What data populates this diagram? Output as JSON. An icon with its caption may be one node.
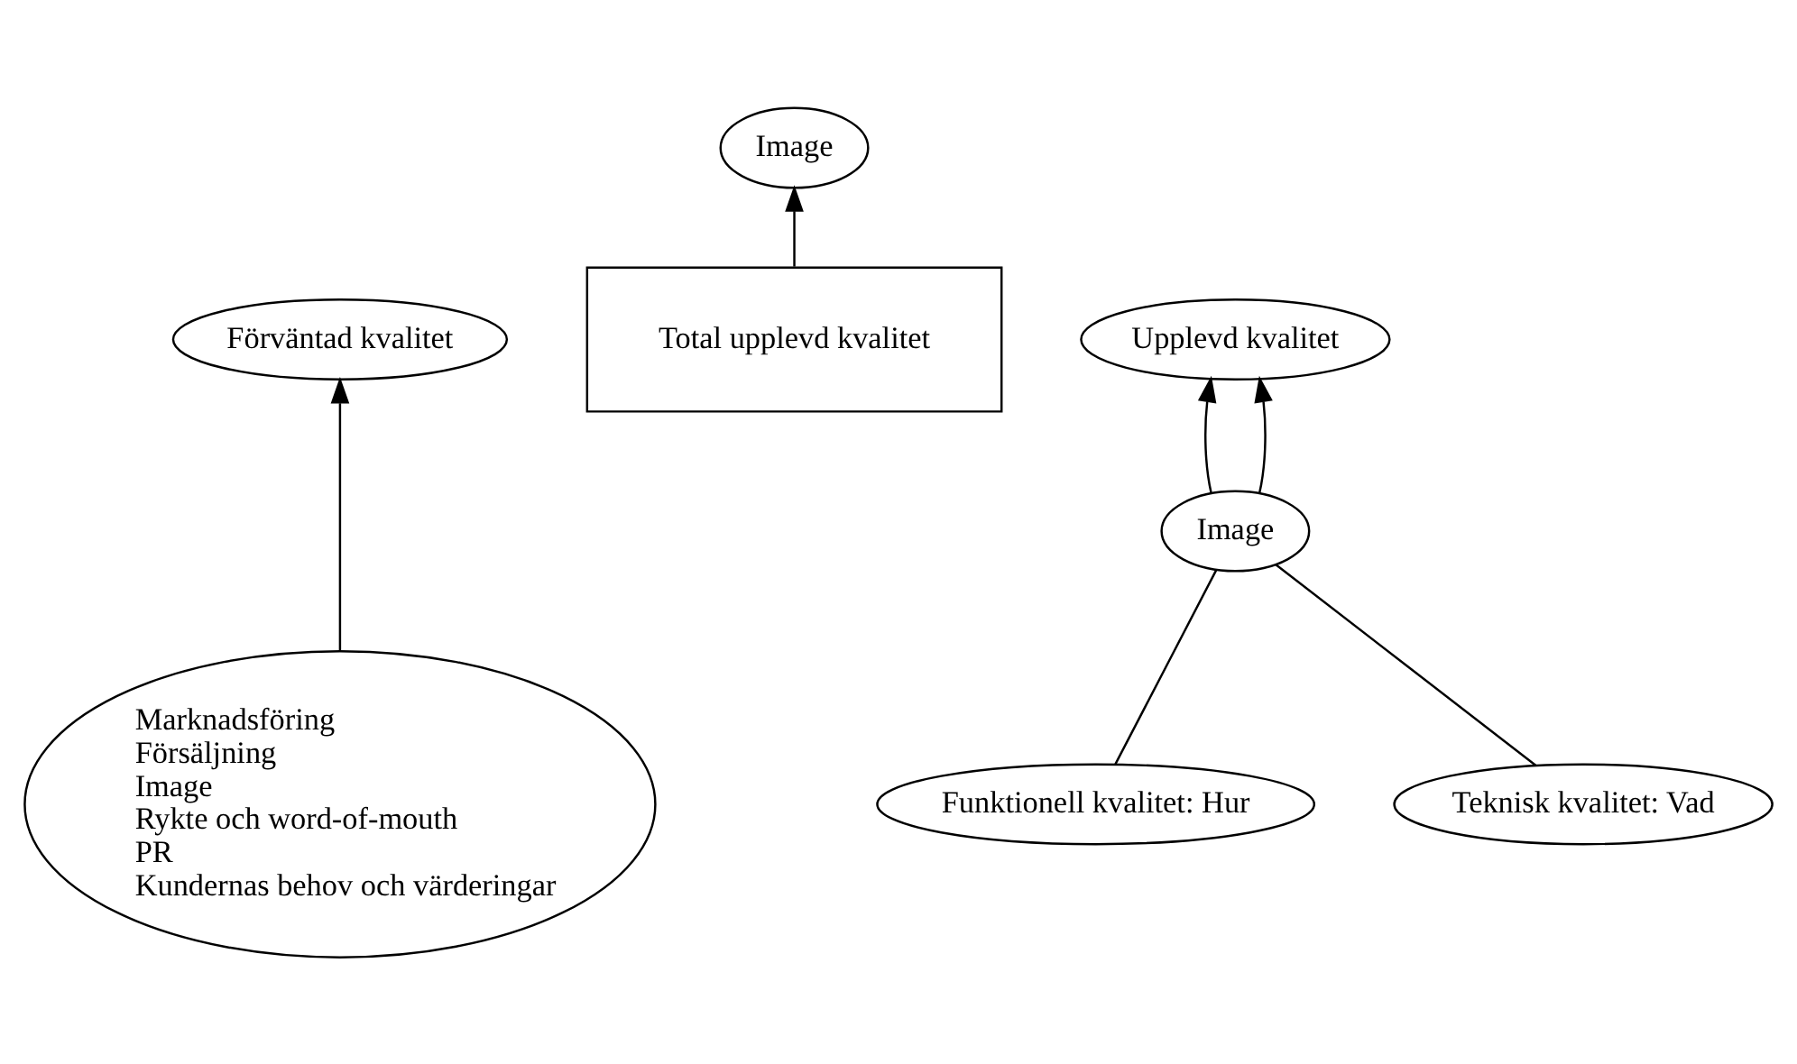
{
  "diagram": {
    "nodes": [
      {
        "text": [
          "Image"
        ]
      },
      {
        "text": [
          "Förväntad kvalitet"
        ]
      },
      {
        "text": [
          "Total upplevd kvalitet"
        ]
      },
      {
        "text": [
          "Upplevd kvalitet"
        ]
      },
      {
        "text": [
          "Marknadsföring",
          "Försäljning",
          "Image",
          "Rykte och word-of-mouth",
          "PR",
          "Kundernas behov och värderingar"
        ]
      },
      {
        "text": [
          "Image"
        ]
      },
      {
        "text": [
          "Teknisk kvalitet: Vad"
        ]
      },
      {
        "text": [
          "Funktionell kvalitet: Hur"
        ]
      }
    ],
    "edges": [
      {
        "from": 2,
        "to": 0,
        "arrow": "to"
      },
      {
        "from": 4,
        "to": 1,
        "arrow": "to"
      },
      {
        "from": 5,
        "to": 3,
        "arrow": "to"
      },
      {
        "from": 5,
        "to": 3,
        "arrow": "to"
      },
      {
        "from": 6,
        "to": 5,
        "arrow": "none"
      },
      {
        "from": 7,
        "to": 5,
        "arrow": "none"
      }
    ]
  }
}
